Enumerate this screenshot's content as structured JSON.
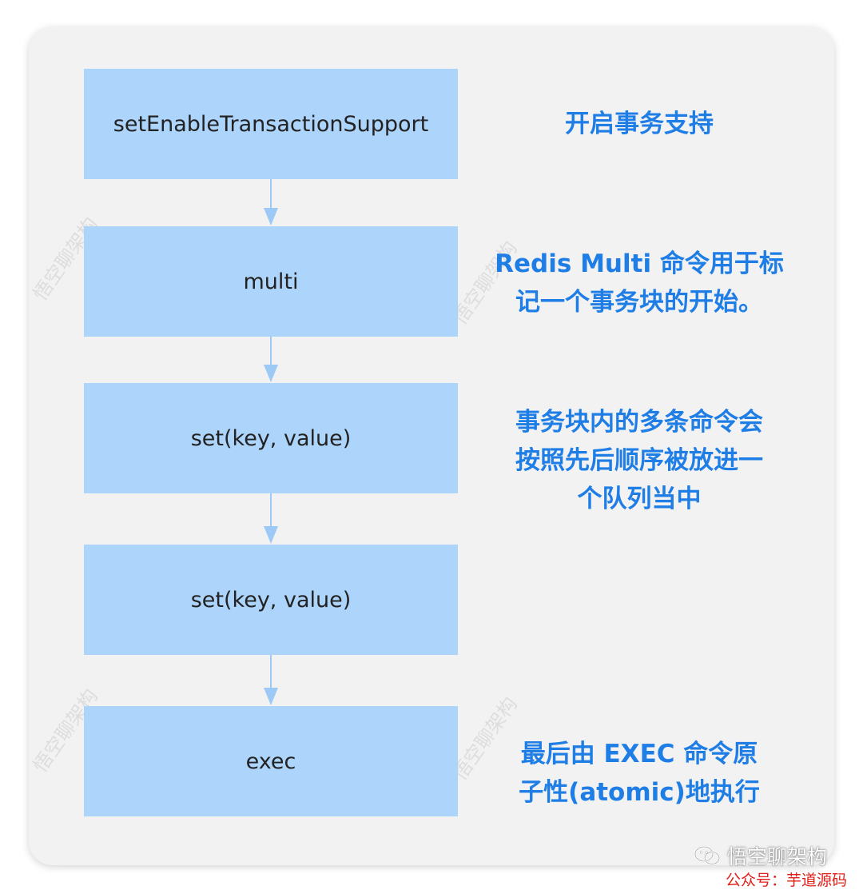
{
  "steps": [
    {
      "label": "setEnableTransactionSupport"
    },
    {
      "label": "multi"
    },
    {
      "label": "set(key, value)"
    },
    {
      "label": "set(key, value)"
    },
    {
      "label": "exec"
    }
  ],
  "notes": [
    {
      "lines": [
        "开启事务支持"
      ]
    },
    {
      "lines": [
        "Redis Multi 命令用于标",
        "记一个事务块的开始。"
      ]
    },
    {
      "lines": [
        "事务块内的多条命令会",
        "按照先后顺序被放进一",
        "个队列当中"
      ]
    },
    {
      "lines": [
        "最后由 EXEC 命令原",
        "子性(atomic)地执行"
      ]
    }
  ],
  "watermark": {
    "text": "悟空聊架构"
  },
  "brand": {
    "name": "悟空聊架构",
    "icon": "wechat-icon"
  },
  "footer": {
    "text": "公众号：芋道源码"
  },
  "colors": {
    "step_fill": "#add4fa",
    "note_text": "#1f7ee6",
    "footer_text": "#e0201a"
  }
}
